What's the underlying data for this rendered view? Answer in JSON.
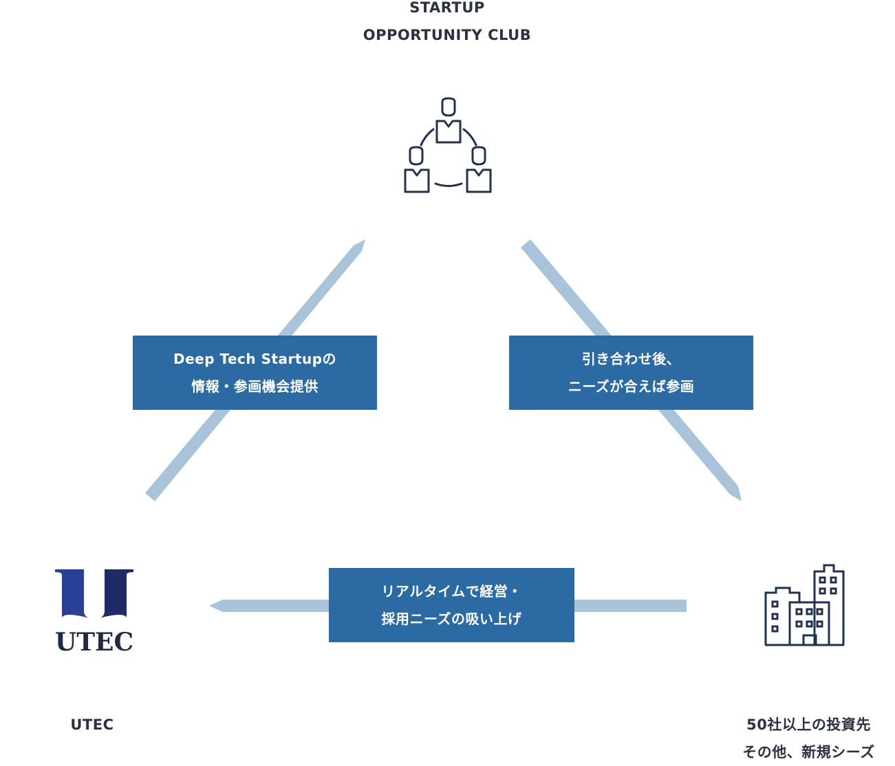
{
  "nodes": {
    "club": {
      "title_line1": "STARTUP",
      "title_line2": "OPPORTUNITY CLUB",
      "icon": "people-network-icon"
    },
    "utec": {
      "title": "UTEC",
      "logo_text": "UTEC",
      "icon": "utec-logo"
    },
    "investees": {
      "title_line1": "50社以上の投資先",
      "title_line2": "その他、新規シーズ",
      "icon": "office-building-icon"
    }
  },
  "flows": {
    "utec_to_club": {
      "line1": "Deep Tech Startupの",
      "line2": "情報・参画機会提供"
    },
    "club_to_investees": {
      "line1": "引き合わせ後、",
      "line2": "ニーズが合えば参画"
    },
    "investees_to_utec": {
      "line1": "リアルタイムで経営・",
      "line2": "採用ニーズの吸い上げ"
    }
  },
  "colors": {
    "arrow": "#a9c3d8",
    "label_box": "#2c6aa3",
    "icon_stroke": "#1f3150",
    "utec_blue_light": "#2a3f97",
    "utec_blue_dark": "#1f2a66",
    "text": "#2b3140"
  }
}
